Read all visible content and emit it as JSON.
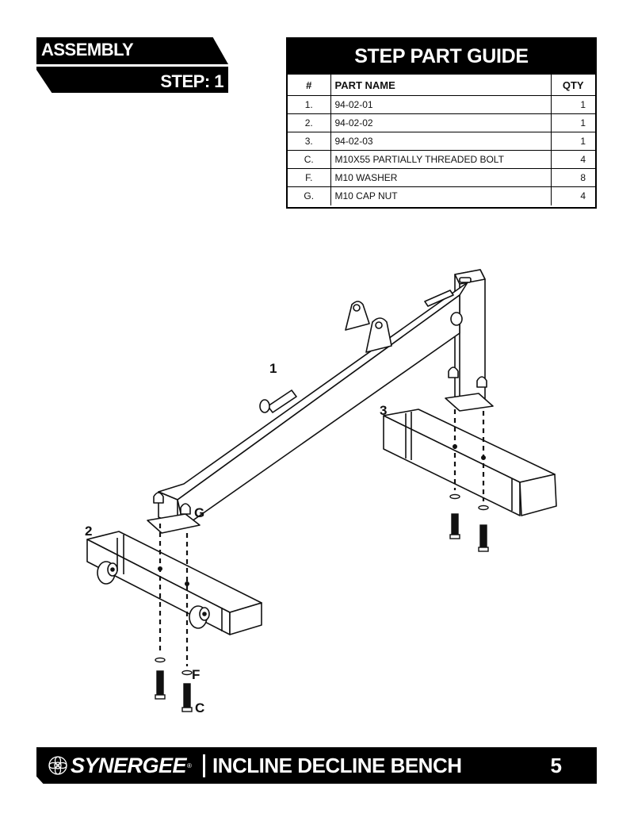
{
  "header": {
    "section": "ASSEMBLY",
    "step": "STEP: 1"
  },
  "part_guide": {
    "title": "STEP PART GUIDE",
    "columns": [
      "#",
      "PART NAME",
      "QTY"
    ],
    "rows": [
      {
        "num": "1.",
        "name": "94-02-01",
        "qty": "1"
      },
      {
        "num": "2.",
        "name": "94-02-02",
        "qty": "1"
      },
      {
        "num": "3.",
        "name": "94-02-03",
        "qty": "1"
      },
      {
        "num": "C.",
        "name": "M10X55 PARTIALLY THREADED BOLT",
        "qty": "4"
      },
      {
        "num": "F.",
        "name": "M10 WASHER",
        "qty": "8"
      },
      {
        "num": "G.",
        "name": "M10 CAP NUT",
        "qty": "4"
      }
    ]
  },
  "diagram": {
    "labels": {
      "part1": "1",
      "part2": "2",
      "part3": "3",
      "cap_nut": "G",
      "washer": "F",
      "bolt": "C"
    }
  },
  "footer": {
    "brand": "SYNERGEE",
    "registered": "®",
    "product": "INCLINE DECLINE BENCH",
    "page": "5"
  }
}
